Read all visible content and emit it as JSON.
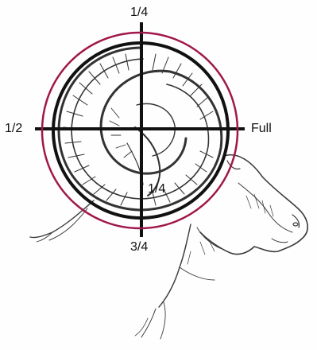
{
  "labels": {
    "top": "1/4",
    "left": "1/2",
    "right": "Full",
    "bottom": "3/4",
    "inner": "1/4"
  },
  "colors": {
    "outer_circle": "#a0174a",
    "inner_circle": "#111111",
    "crosshair": "#111111",
    "sketch": "#3a3a3a",
    "background": "#fefefe"
  },
  "illustration": "ram-head-sketch"
}
